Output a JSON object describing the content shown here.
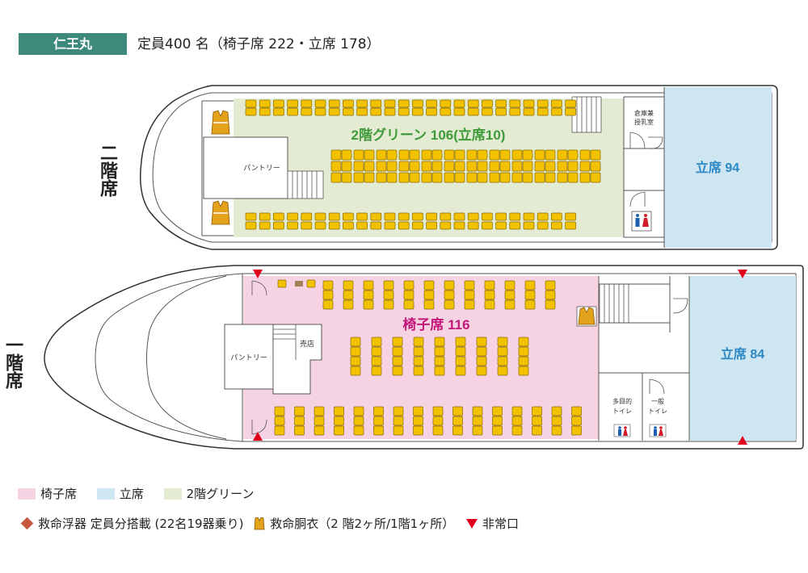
{
  "ship_name": "仁王丸",
  "capacity_text": "定員400 名（椅子席 222・立席 178）",
  "upper_deck": {
    "label": "二階席",
    "green_area_label": "2階グリーン 106(立席10)",
    "standing_label": "立席 94",
    "pantry_label": "パントリー",
    "room_label_1": "倉庫兼",
    "room_label_2": "授乳室"
  },
  "lower_deck": {
    "label": "一階席",
    "seat_area_label": "椅子席 116",
    "standing_label": "立席 84",
    "pantry_label": "パントリー",
    "shop_label": "売店",
    "toilet_multi_1": "多目的",
    "toilet_multi_2": "トイレ",
    "toilet_general_1": "一般",
    "toilet_general_2": "トイレ"
  },
  "legend": {
    "seats": "椅子席",
    "standing": "立席",
    "green": "2階グリーン",
    "liferaft": "救命浮器 定員分搭載 (22名19器乗り)",
    "lifejacket": "救命胴衣（2 階2ヶ所/1階1ヶ所）",
    "exit": "非常口"
  },
  "colors": {
    "header": "#3d8a7c",
    "green_area": "#e3ecd3",
    "pink_area": "#f5d3e3",
    "standing_area": "#cde6f1",
    "seat_fill": "#f2c200",
    "seat_stroke": "#8a6a00",
    "green_text": "#3f9a3a",
    "pink_text": "#c4177a",
    "blue_text": "#2c87c4",
    "exit_red": "#e0001b",
    "liferaft": "#c8593e"
  },
  "icons": [
    "lifejacket-icon",
    "emergency-exit-icon",
    "liferaft-icon",
    "toilet-icon",
    "stairs-icon",
    "door-icon"
  ]
}
